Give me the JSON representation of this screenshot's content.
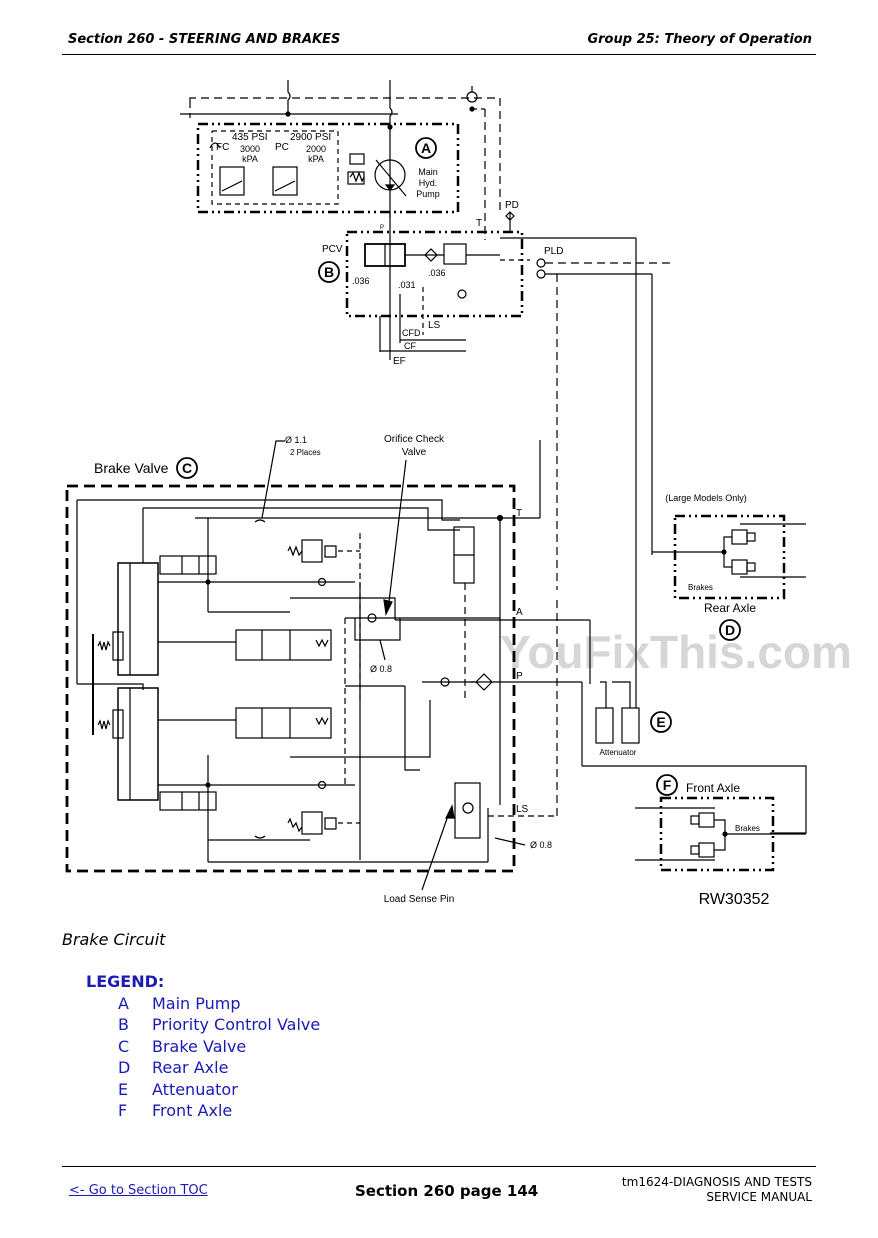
{
  "header": {
    "section": "Section 260 - STEERING AND BRAKES",
    "group": "Group 25: Theory of Operation"
  },
  "diagram": {
    "labels": {
      "A": "A",
      "B": "B",
      "C": "C",
      "D": "D",
      "E": "E",
      "F": "F",
      "fc": "FC",
      "pc": "PC",
      "fc_psi": "435 PSI",
      "fc_kpa_val": "3000",
      "fc_kpa": "kPA",
      "pc_psi": "2900 PSI",
      "pc_kpa_val": "2000",
      "pc_kpa": "kPA",
      "pump_l1": "Main",
      "pump_l2": "Hyd.",
      "pump_l3": "Pump",
      "pd": "PD",
      "p": "P",
      "t_top": "T",
      "pcv": "PCV",
      "pld": "PLD",
      "o036a": ".036",
      "o031": ".031",
      "o036b": ".036",
      "ls_top": "LS",
      "cfd": "CFD",
      "cf": "CF",
      "ef": "EF",
      "dia11": "Ø 1.1",
      "places": "2 Places",
      "orifice_l1": "Orifice Check",
      "orifice_l2": "Valve",
      "brake_valve": "Brake Valve",
      "port_t": "T",
      "port_a": "A",
      "port_p": "P",
      "port_ls": "LS",
      "dia08a": "Ø 0.8",
      "dia08b": "Ø 0.8",
      "load_sense_pin": "Load Sense Pin",
      "large_models": "(Large Models Only)",
      "brakes_rear": "Brakes",
      "rear_axle": "Rear Axle",
      "attenuator": "Attenuator",
      "front_axle": "Front Axle",
      "brakes_front": "Brakes",
      "figure_id": "RW30352",
      "watermark": "YouFixThis.com"
    }
  },
  "caption": "Brake Circuit",
  "legend": {
    "title": "LEGEND:",
    "items": [
      {
        "key": "A",
        "label": "Main Pump"
      },
      {
        "key": "B",
        "label": "Priority Control Valve"
      },
      {
        "key": "C",
        "label": "Brake Valve"
      },
      {
        "key": "D",
        "label": "Rear Axle"
      },
      {
        "key": "E",
        "label": "Attenuator"
      },
      {
        "key": "F",
        "label": "Front Axle"
      }
    ]
  },
  "footer": {
    "toc_link": "<- Go to Section TOC",
    "page": "Section 260 page 144",
    "manual_line1": "tm1624-DIAGNOSIS AND TESTS",
    "manual_line2": "SERVICE MANUAL"
  },
  "colors": {
    "legend": "#1a1ab4",
    "link": "#1a1ab4",
    "watermark": "#c8c8c8"
  }
}
